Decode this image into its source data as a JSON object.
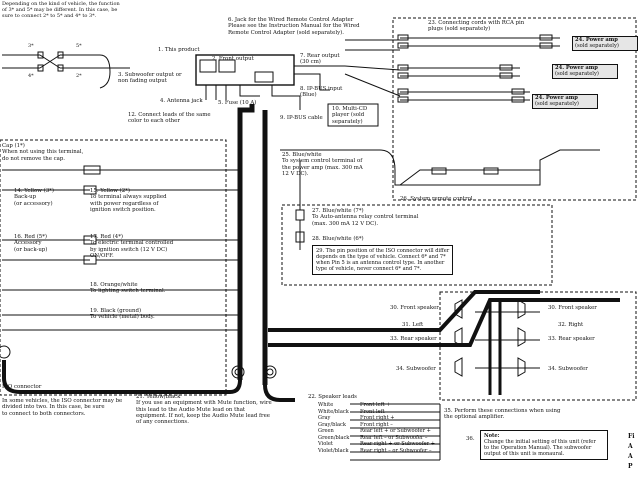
{
  "top_left_note": {
    "lines": [
      "Depending on the kind of vehicle, the function",
      "of 3* and 5* may be different. In this case, be",
      "sure to connect 2* to 5* and 4* to 3*."
    ],
    "label_3": "3*",
    "label_5": "5*",
    "label_4": "4*",
    "label_2": "2*"
  },
  "head_unit": {
    "this_product": "1. This product",
    "subwoofer_output": [
      "3. Subwoofer output or",
      "non fading output"
    ],
    "antenna_jack": "4. Antenna jack",
    "front_output": "2. Front output",
    "rear_output": [
      "7. Rear output",
      "(30 cm)"
    ],
    "fuse": "5. Fuse (10 A)",
    "ip_bus_input": [
      "8. IP-BUS input",
      "(Blue)"
    ],
    "ip_bus_cable": "9. IP-BUS cable",
    "multi_cd": [
      "10. Multi-CD",
      "player (sold",
      "separately)"
    ],
    "jack_wired_remote": [
      "6. Jack for the Wired Remote Control Adapter",
      "Please see the Instruction Manual for the Wired",
      "Remote Control Adapter (sold separately)."
    ],
    "connect_leads": [
      "12. Connect leads of the same",
      "color to each other"
    ]
  },
  "cap_section": {
    "cap_lines": [
      "Cap (1*)",
      "When not using this terminal,",
      "do not remove the cap."
    ],
    "yellow3": [
      "14. Yellow (3*)",
      "Back-up",
      "(or accessory)"
    ],
    "yellow2": [
      "15. Yellow (2*)",
      "To terminal always supplied",
      "with power regardless of",
      "ignition switch position."
    ],
    "red5": [
      "16. Red (5*)",
      "Accessory",
      "(or back-up)"
    ],
    "red4": [
      "17. Red (4*)",
      "To electric terminal controlled",
      "by ignition switch (12 V DC)",
      "ON/OFF."
    ],
    "orange": [
      "18. Orange/white",
      "To lighting switch terminal."
    ],
    "black": [
      "19. Black (ground)",
      "To vehicle (metal) body."
    ]
  },
  "remote_section": {
    "blue_white25": [
      "25. Blue/white",
      "To system control terminal of",
      "the power amp (max. 300 mA",
      "12 V DC)."
    ],
    "system_remote": "26. System remote control",
    "blue_white27": [
      "27. Blue/white (7*)",
      "To Auto-antenna relay control terminal",
      "(max. 300 mA 12 V DC)."
    ],
    "blue_white28": "28. Blue/white (6*)",
    "iso_note": [
      "29. The pin position of the ISO connector will differ",
      "depends on the type of vehicle. Connect 6* and 7*",
      "when Pin 5 is an antenna control type. In another",
      "type of vehicle, never connect 6* and 7*."
    ]
  },
  "rca_section": {
    "connecting_cords": [
      "23. Connecting cords with RCA pin",
      "plugs (sold separately)"
    ],
    "amp_label": "24. Power amp",
    "amp_sub": "(sold separately)"
  },
  "speakers": {
    "front_left": "30. Front speaker",
    "left": "31. Left",
    "front_right": "30. Front speaker",
    "right": "32. Right",
    "rear_left": "33. Rear speaker",
    "rear_right": "33. Rear speaker",
    "sub_left": "34. Subwoofer",
    "sub_right": "34. Subwoofer",
    "perform": [
      "35. Perform these connections when using",
      "the optional amplifier."
    ]
  },
  "bottom": {
    "iso_connector": "ISO connector",
    "iso_note": [
      "In some vehicles, the ISO connector may be",
      "divided into two. In this case, be sure",
      "to connect to both connectors."
    ],
    "yellow_black": [
      "21. Yellow/black",
      "If you use an equipment with Mute function, wire",
      "this lead to the Audio Mute lead on that",
      "equipment. If not, keep the Audio Mute lead free",
      "of any connections."
    ],
    "speaker_leads_title": "22. Speaker leads",
    "speaker_leads": [
      {
        "color": "White",
        "dest": "Front left +"
      },
      {
        "color": "White/black",
        "dest": "Front left –"
      },
      {
        "color": "Gray",
        "dest": "Front right +"
      },
      {
        "color": "Gray/black",
        "dest": "Front right –"
      },
      {
        "color": "Green",
        "dest": "Rear left + or Subwoofer +"
      },
      {
        "color": "Green/black",
        "dest": "Rear left – or Subwoofer –"
      },
      {
        "color": "Violet",
        "dest": "Rear right + or Subwoofer +"
      },
      {
        "color": "Violet/black",
        "dest": "Rear right – or Subwoofer –"
      }
    ],
    "final_note": {
      "title": "Note:",
      "lines": [
        "Change the initial setting of this unit (refer",
        "to the Operation Manual). The subwoofer",
        "output of this unit is monaural."
      ],
      "num": "36."
    },
    "edge_letters": [
      "Fi",
      "A",
      "A",
      "P"
    ]
  },
  "colors": {
    "amp_fill": "#e6e6e6",
    "line": "#111111",
    "bg": "#ffffff"
  }
}
